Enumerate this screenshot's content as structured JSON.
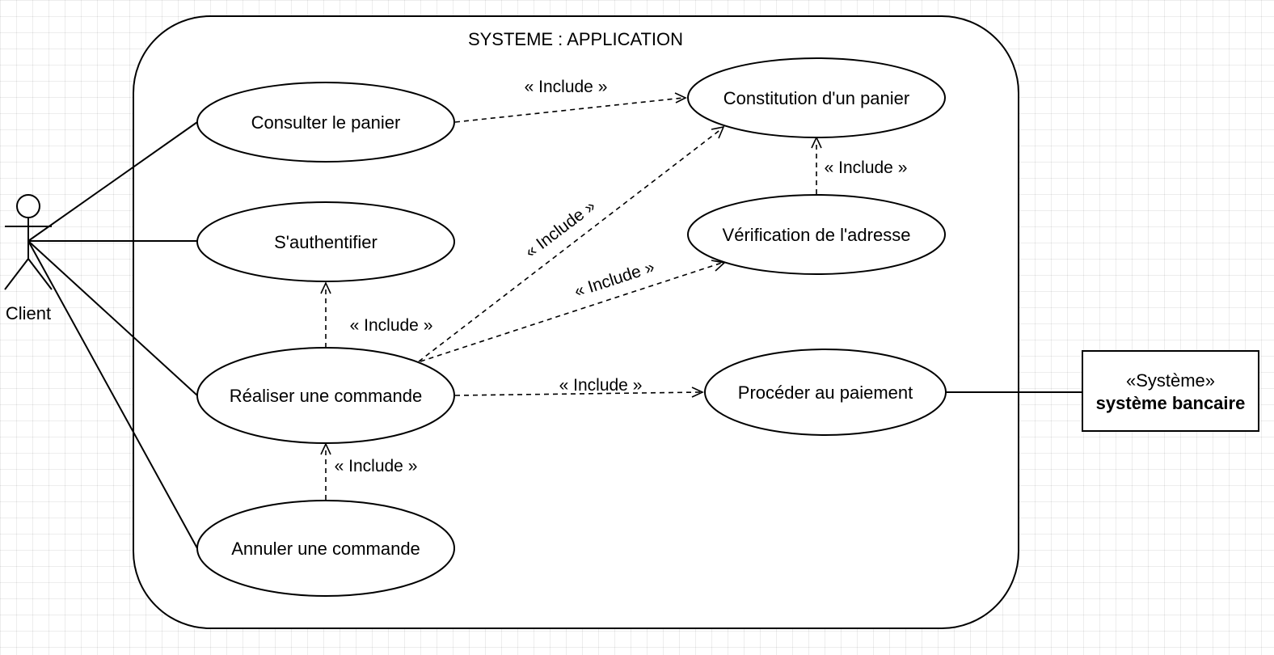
{
  "system": {
    "title": "SYSTEME : APPLICATION"
  },
  "actor": {
    "name": "Client"
  },
  "use_cases": {
    "consulter": "Consulter le panier",
    "authentifier": "S'authentifier",
    "realiser": "Réaliser une commande",
    "annuler": "Annuler une commande",
    "constitution": "Constitution d'un panier",
    "verification": "Vérification de l'adresse",
    "paiement": "Procéder au paiement"
  },
  "external_system": {
    "stereotype": "«Système»",
    "name": "système bancaire"
  },
  "relations": {
    "consulter_constitution": "« Include »",
    "realiser_authentifier": "« Include »",
    "realiser_constitution": "« Include »",
    "realiser_verification": "« Include »",
    "verification_constitution": "« Include »",
    "realiser_paiement": "« Include »",
    "annuler_realiser": "« Include »"
  }
}
